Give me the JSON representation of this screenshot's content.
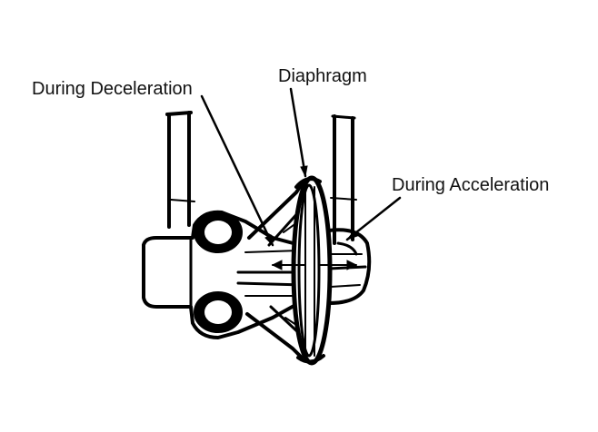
{
  "labels": {
    "deceleration": "During Deceleration",
    "diaphragm": "Diaphragm",
    "acceleration": "During Acceleration"
  },
  "colors": {
    "ink": "#000000",
    "background": "#ffffff"
  }
}
